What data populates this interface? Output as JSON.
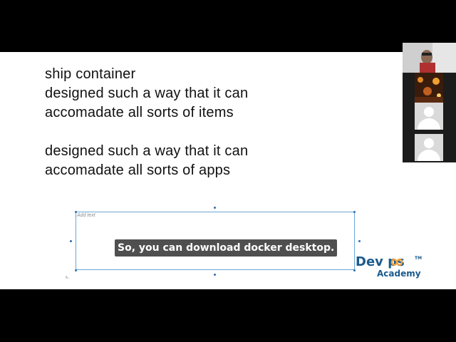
{
  "slide": {
    "lines": [
      "ship container",
      "designed such a way that it can",
      "accomadate all sorts of items",
      "designed such a way that it can",
      "accomadate all sorts of apps"
    ]
  },
  "textbox": {
    "placeholder": "Add text"
  },
  "caption": {
    "text": "So, you can download docker desktop."
  },
  "logo": {
    "main": "Dev ps",
    "trademark": "TM",
    "sub": "Academy",
    "color": "#1a5a8c",
    "accent": "#f2a23a"
  },
  "participants": {
    "count_tiles": 4,
    "icons": [
      "video-feed",
      "video-feed",
      "avatar-placeholder-icon",
      "avatar-placeholder-icon"
    ]
  }
}
